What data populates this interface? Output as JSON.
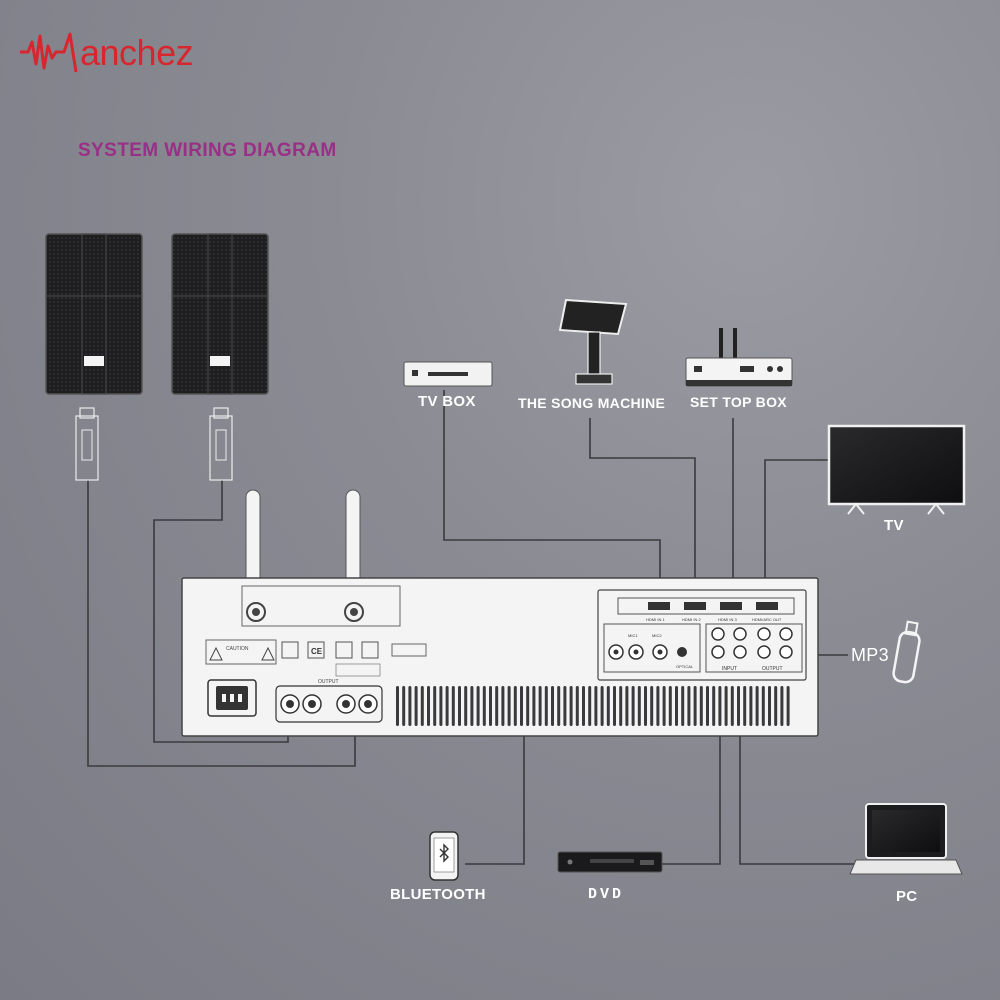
{
  "brand": {
    "name": "anchez",
    "prefix": "W",
    "color": "#d8262f"
  },
  "title": "SYSTEM WIRING DIAGRAM",
  "labels": {
    "tv_box": "TV BOX",
    "song_machine": "THE SONG MACHINE",
    "set_top_box": "SET TOP BOX",
    "tv": "TV",
    "mp3": "MP3",
    "bluetooth": "BLUETOOTH",
    "dvd": "DVD",
    "pc": "PC"
  },
  "amplifier_panel": {
    "hdmi_in_1": "HDMI IN 1",
    "hdmi_in_2": "HDMI IN 2",
    "hdmi_in_3": "HDMI IN 3",
    "hdmi_arc_out": "HDMI/ARC OUT",
    "input": "INPUT",
    "output": "OUTPUT",
    "optical": "OPTICAL",
    "mic1": "MIC1",
    "mic2": "MIC2",
    "caution": "CAUTION",
    "speaker_output": "OUTPUT"
  },
  "colors": {
    "wire": "#3a3a3e",
    "panel": "#f4f4f4",
    "title": "#9a2f87",
    "label": "#ffffff"
  }
}
